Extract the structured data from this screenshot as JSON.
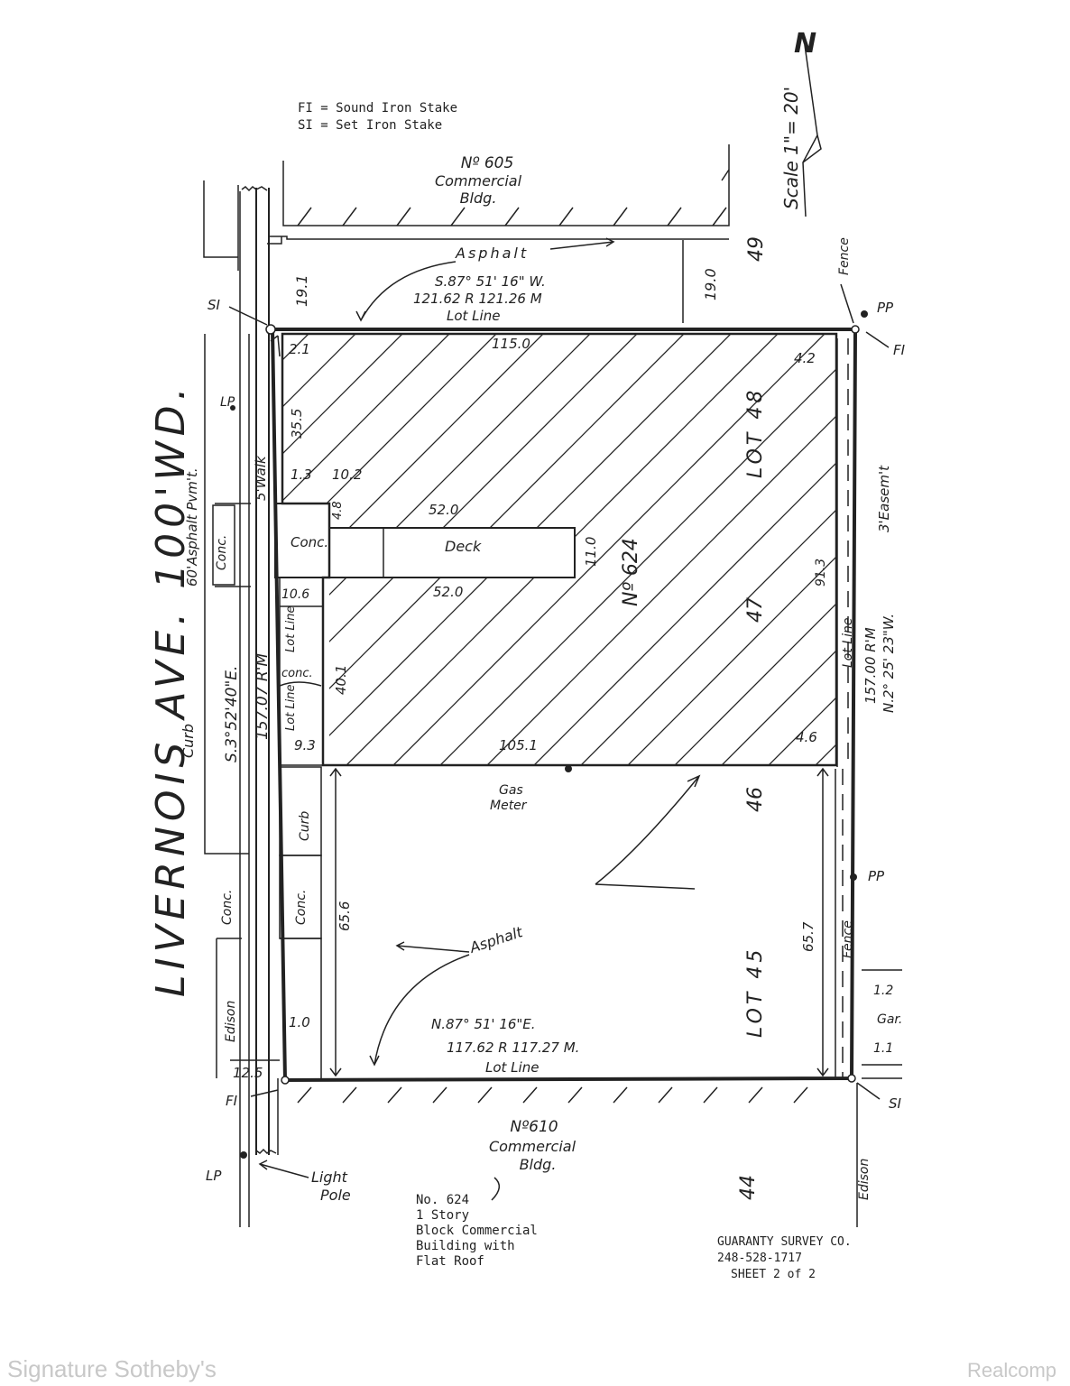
{
  "legend": {
    "line1": "FI = Sound Iron Stake",
    "line2": "SI = Set Iron Stake"
  },
  "scale": {
    "label": "Scale 1\"= 20'",
    "north": "N"
  },
  "street": {
    "name": "LIVERNOIS AVE. 100'WD.",
    "pavement": "60'Asphalt Pvm't.",
    "curb": "Curb",
    "bearing": "S.3°52'40\"E.",
    "row_length": "157.07 R'M"
  },
  "neighbors": {
    "north": {
      "number": "Nº 605",
      "line2": "Commercial",
      "line3": "Bldg."
    },
    "south": {
      "number": "Nº610",
      "line2": "Commercial",
      "line3": "Bldg."
    }
  },
  "property": {
    "number": "Nº 624",
    "north_line_bearing": "S.87° 51' 16\" W.",
    "north_line_dist": "121.62 R 121.26 M",
    "south_line_bearing": "N.87° 51' 16\"E.",
    "south_line_dist": "117.62 R 117.27 M.",
    "lot_line": "Lot Line",
    "east_line_dist": "157.00 R'M",
    "east_line_bearing": "N.2° 25' 23\"W.",
    "easement": "3'Easem't"
  },
  "lots": [
    "LOT 48",
    "47",
    "46",
    "LOT 45",
    "49",
    "44"
  ],
  "dimensions": {
    "d19_1": "19.1",
    "d19_0": "19.0",
    "d2_1": "2.1",
    "d115_0": "115.0",
    "d4_2": "4.2",
    "d35_5": "35.5",
    "d1_3": "1.3",
    "d10_2": "10.2",
    "d4_8": "4.8",
    "d52_0_top": "52.0",
    "d11_0": "11.0",
    "d52_0_bot": "52.0",
    "d10_6": "10.6",
    "d91_3": "91.3",
    "d40_1": "40.1",
    "d9_3": "9.3",
    "d105_1": "105.1",
    "d4_6": "4.6",
    "d65_6": "65.6",
    "d65_7": "65.7",
    "d1_0": "1.0",
    "d12_5": "12.5",
    "d1_2": "1.2",
    "d1_1": "1.1"
  },
  "labels": {
    "asphalt_top": "Asphalt",
    "asphalt_lower": "Asphalt",
    "conc": "Conc.",
    "conc_small": "conc.",
    "deck": "Deck",
    "walk": "5'Walk",
    "lot_line": "Lot Line",
    "lot_line_vert": "Lot Line",
    "curb": "Curb",
    "gas_meter_1": "Gas",
    "gas_meter_2": "Meter",
    "fence": "Fence",
    "fence_lower": "Fence",
    "gar": "Gar.",
    "edison": "Edison",
    "light_pole_1": "Light",
    "light_pole_2": "Pole",
    "si": "SI",
    "fi": "FI",
    "pp": "PP",
    "lp": "LP"
  },
  "building_note": [
    "No. 624",
    "1 Story",
    "Block Commercial",
    "Building with",
    "Flat Roof"
  ],
  "surveyor": [
    "GUARANTY SURVEY CO.",
    "248-528-1717",
    "SHEET 2 of 2"
  ],
  "watermarks": {
    "left": "Signature Sotheby's",
    "right": "Realcomp"
  }
}
